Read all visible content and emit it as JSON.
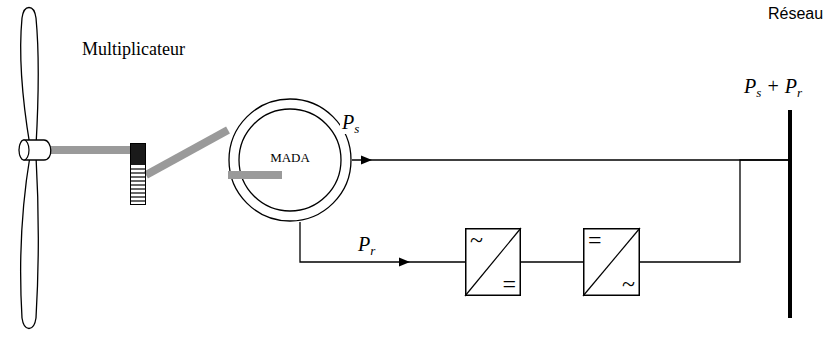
{
  "diagram": {
    "nodes": [
      {
        "text": [
          "Multiplicateur"
        ]
      },
      {
        "text": [
          "MADA"
        ]
      },
      {
        "text": [
          "~",
          "="
        ]
      },
      {
        "text": [
          "=",
          "~"
        ]
      },
      {
        "text": [
          "Réseau"
        ]
      }
    ],
    "edges": [
      {
        "from": 0,
        "to": 1,
        "arrow": "none"
      },
      {
        "from": 1,
        "to": 4,
        "label": "Ps",
        "arrow": "to"
      },
      {
        "from": 1,
        "to": 2,
        "label": "Pr",
        "arrow": "to"
      },
      {
        "from": 2,
        "to": 3,
        "arrow": "none"
      },
      {
        "from": 3,
        "to": 4,
        "arrow": "none"
      }
    ],
    "labels": [
      "Ps + Pr"
    ]
  }
}
